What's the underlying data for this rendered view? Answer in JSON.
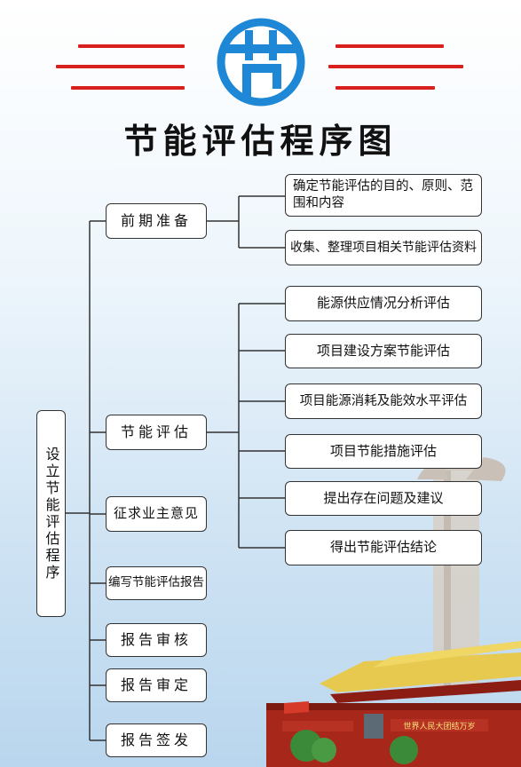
{
  "header": {
    "title": "节能评估程序图",
    "logo_color": "#1e88d6",
    "accent_color": "#d8201f"
  },
  "flowchart": {
    "root": "设立节能评估程序",
    "stages": [
      {
        "label": "前期准备",
        "children": [
          "确定节能评估的目的、原则、范围和内容",
          "收集、整理项目相关节能评估资料"
        ]
      },
      {
        "label": "节能评估",
        "children": [
          "能源供应情况分析评估",
          "项目建设方案节能评估",
          "项目能源消耗及能效水平评估",
          "项目节能措施评估",
          "提出存在问题及建议",
          "得出节能评估结论"
        ]
      },
      {
        "label": "征求业主意见",
        "children": []
      },
      {
        "label": "编写节能评估报告",
        "children": []
      },
      {
        "label": "报告审核",
        "children": []
      },
      {
        "label": "报告审定",
        "children": []
      },
      {
        "label": "报告签发",
        "children": []
      }
    ]
  },
  "background": {
    "illustration": "tiananmen-and-huabiao",
    "banner_text": "世界人民大团结万岁"
  }
}
